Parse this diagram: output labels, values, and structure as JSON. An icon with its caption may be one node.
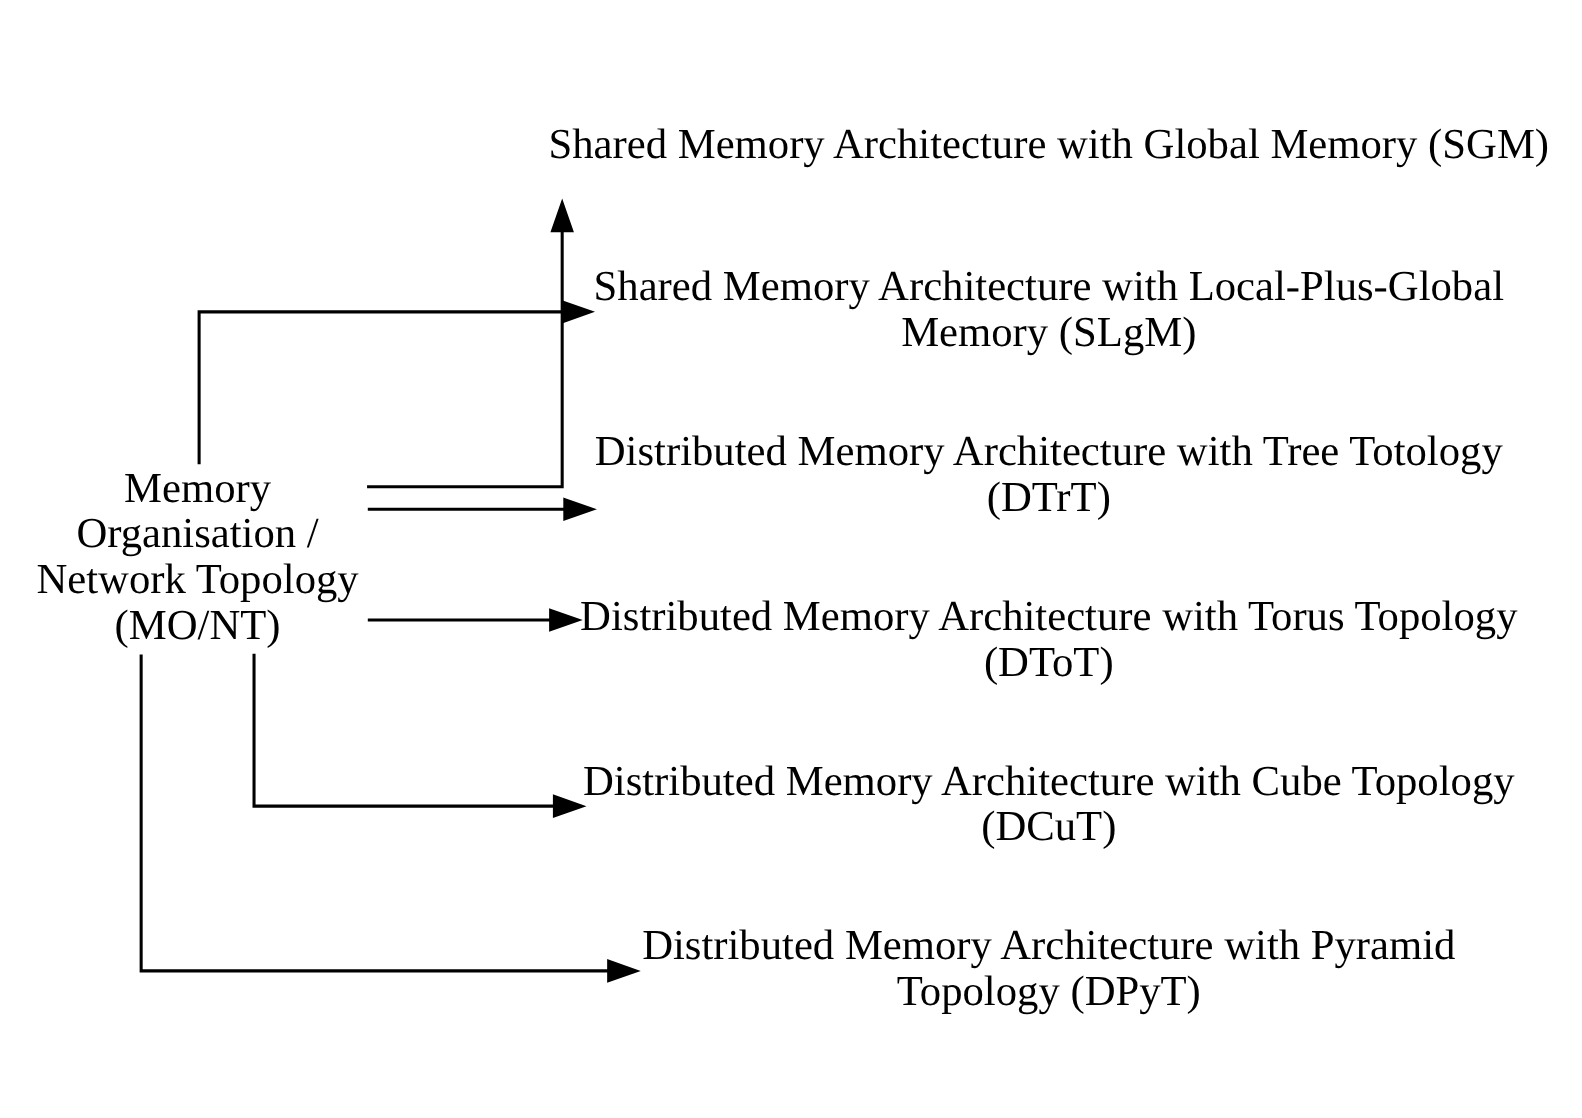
{
  "diagram": {
    "nodes": [
      {
        "text": [
          "Memory Organisation / Network Topology (MO/NT)"
        ]
      },
      {
        "text": [
          "Shared Memory Architecture with Global Memory (SGM)"
        ]
      },
      {
        "text": [
          "Shared Memory Architecture with Local-Plus-Global Memory (SLgM)"
        ]
      },
      {
        "text": [
          "Distributed Memory Architecture with Tree Totology (DTrT)"
        ]
      },
      {
        "text": [
          "Distributed Memory Architecture with Torus Topology (DToT)"
        ]
      },
      {
        "text": [
          "Distributed Memory Architecture with Cube Topology (DCuT)"
        ]
      },
      {
        "text": [
          "Distributed Memory Architecture with Pyramid Topology (DPyT)"
        ]
      }
    ],
    "edges": [
      {
        "from": 0,
        "to": 1,
        "arrow": "to"
      },
      {
        "from": 0,
        "to": 2,
        "arrow": "to"
      },
      {
        "from": 0,
        "to": 3,
        "arrow": "to"
      },
      {
        "from": 0,
        "to": 4,
        "arrow": "to"
      },
      {
        "from": 0,
        "to": 5,
        "arrow": "to"
      },
      {
        "from": 0,
        "to": 6,
        "arrow": "to"
      }
    ]
  }
}
